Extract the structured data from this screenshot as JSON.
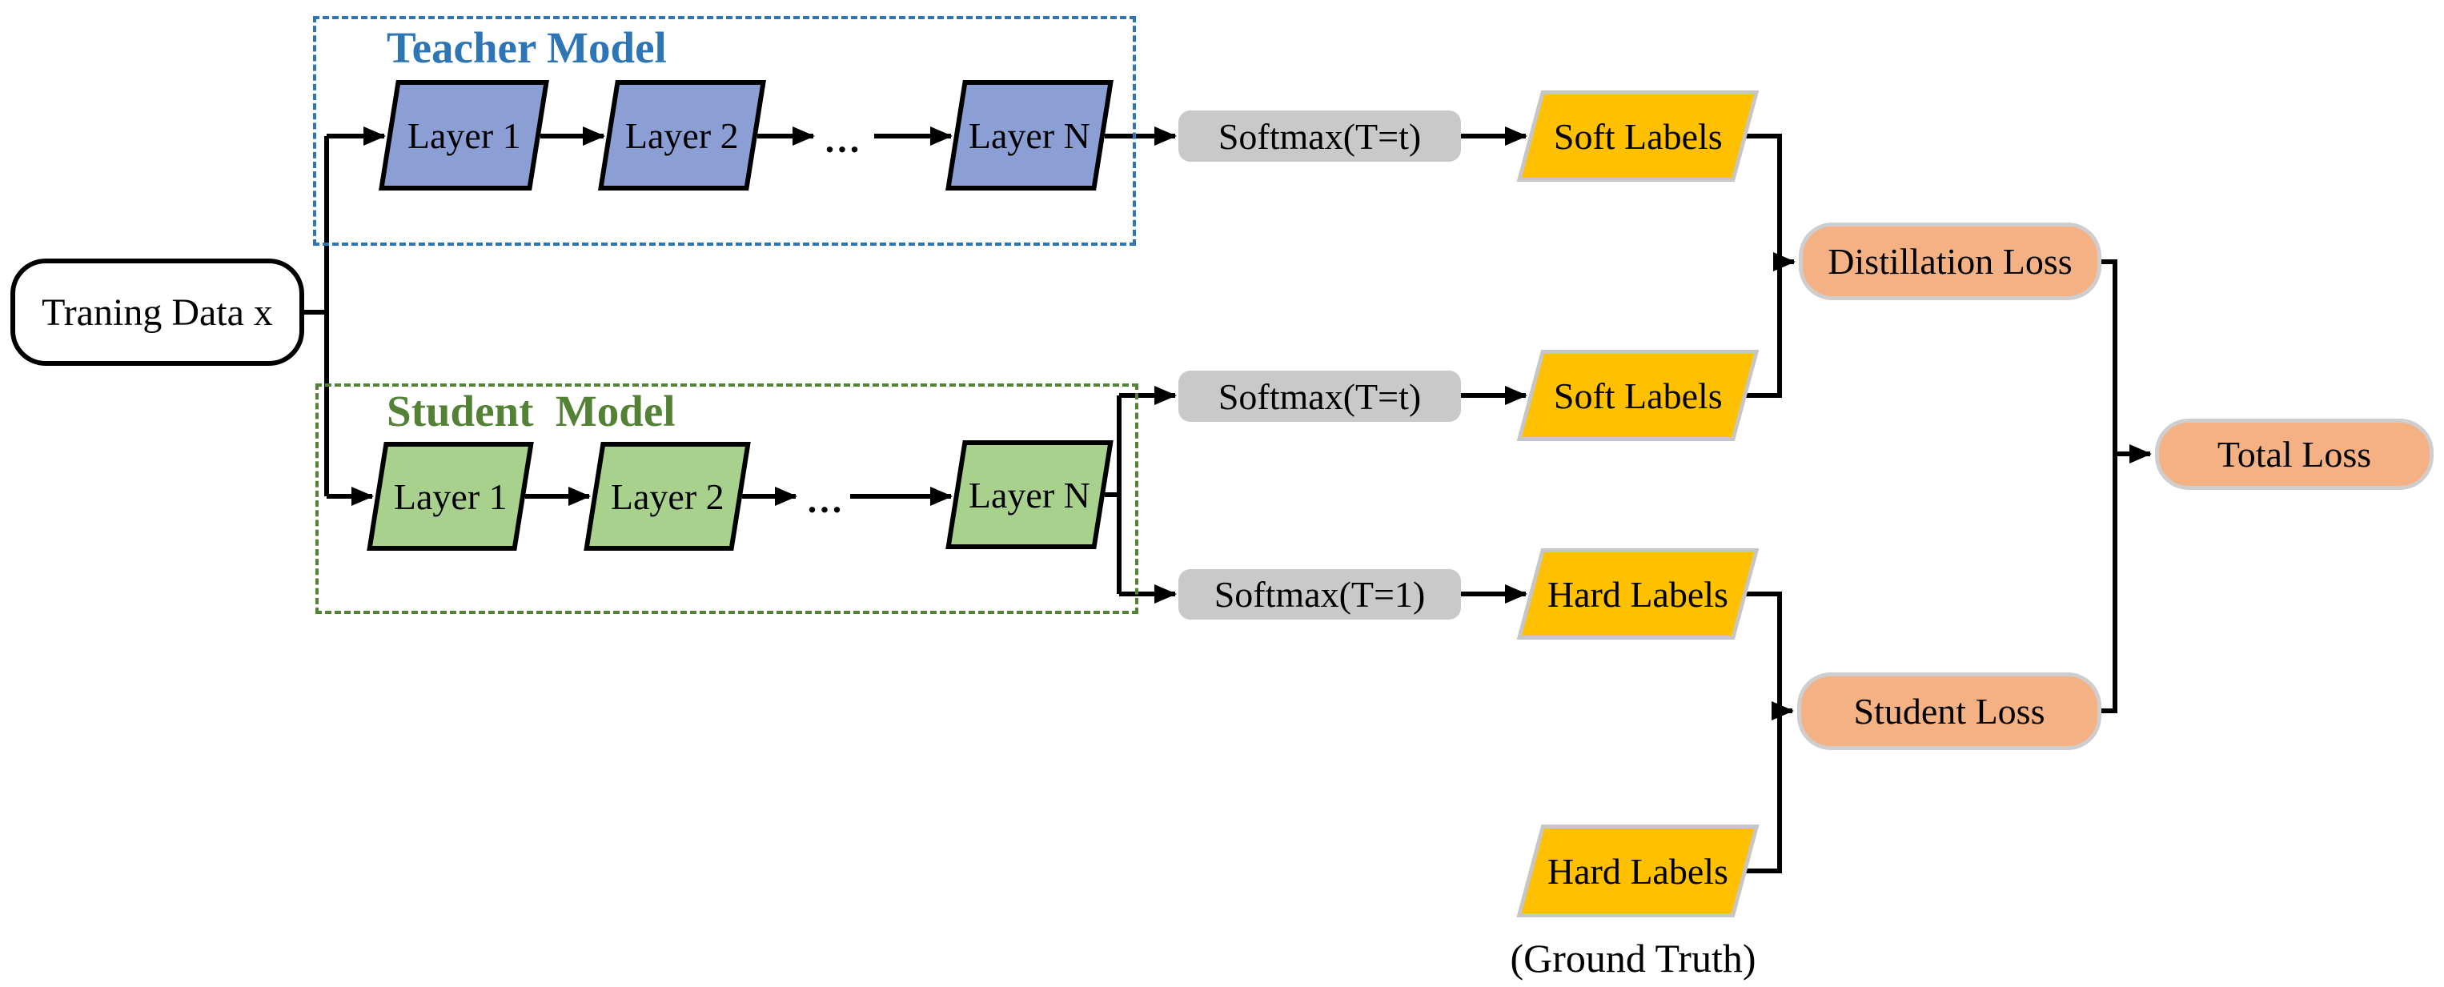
{
  "colors": {
    "teacher_accent": "#2E75B6",
    "teacher_layer_fill": "#8C9FD4",
    "student_accent": "#538135",
    "student_layer_fill": "#A9D18E",
    "softmax_fill": "#C9C9C9",
    "label_fill": "#FFC000",
    "label_border": "#C6C6C6",
    "loss_fill": "#F4B183",
    "loss_border": "#CFCDCD",
    "line_color": "#000000"
  },
  "nodes": {
    "training_data": "Traning Data x",
    "teacher": {
      "title": "Teacher Model",
      "layer1": "Layer 1",
      "layer2": "Layer 2",
      "ellipsis": "...",
      "layerN": "Layer N"
    },
    "student": {
      "title": "Student  Model",
      "layer1": "Layer 1",
      "layer2": "Layer 2",
      "ellipsis": "...",
      "layerN": "Layer N"
    },
    "softmax_teacher": "Softmax(T=t)",
    "softmax_student_soft": "Softmax(T=t)",
    "softmax_student_hard": "Softmax(T=1)",
    "soft_labels_teacher": "Soft Labels",
    "soft_labels_student": "Soft Labels",
    "hard_labels_student": "Hard Labels",
    "hard_labels_ground_truth": "Hard Labels",
    "ground_truth_caption": "(Ground Truth)",
    "distillation_loss": "Distillation Loss",
    "student_loss": "Student Loss",
    "total_loss": "Total Loss"
  }
}
